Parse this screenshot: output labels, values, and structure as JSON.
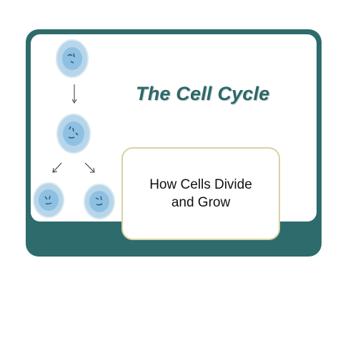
{
  "slide": {
    "title": "The Cell Cycle",
    "subtitle_lines": [
      "How Cells Divide",
      "and Grow"
    ],
    "colors": {
      "frame": "#2e6b6c",
      "title": "#2a6968",
      "subtitle_border": "#d8d2a4",
      "cell_membrane": "#b7d6ea",
      "cell_nucleus": "#8fc0e2",
      "chromosome": "#2a5d84"
    }
  },
  "diagram": {
    "stages": [
      "parent-cell",
      "dividing-cell",
      "daughter-cell-left",
      "daughter-cell-right"
    ],
    "arrows": [
      "arrow-down",
      "arrow-down-left",
      "arrow-down-right"
    ]
  }
}
